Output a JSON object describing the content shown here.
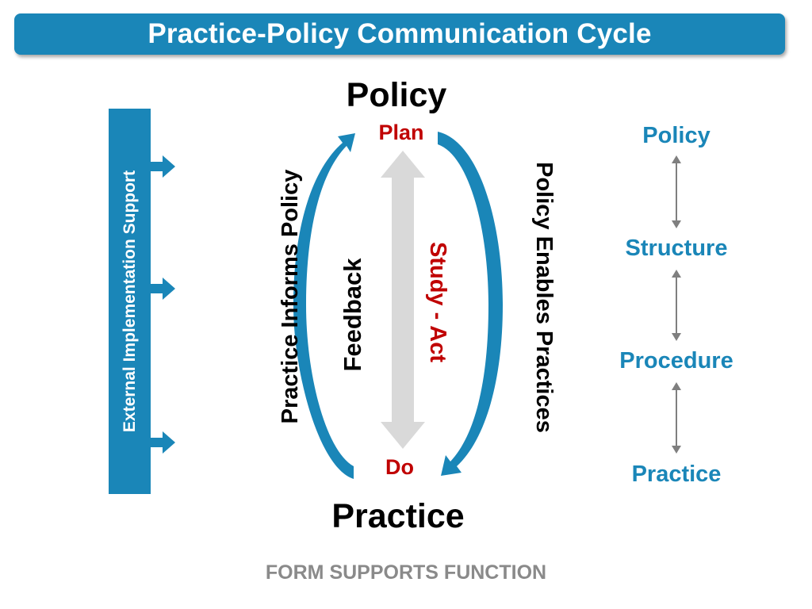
{
  "title": "Practice-Policy Communication Cycle",
  "support_bar_label": "External Implementation Support",
  "cycle": {
    "top_label": "Policy",
    "bottom_label": "Practice",
    "plan_label": "Plan",
    "do_label": "Do",
    "left_arc_label": "Practice Informs Policy",
    "right_arc_label": "Policy Enables Practices",
    "feedback_label": "Feedback",
    "study_act_label": "Study - Act"
  },
  "hierarchy": [
    "Policy",
    "Structure",
    "Procedure",
    "Practice"
  ],
  "footer": "FORM SUPPORTS FUNCTION",
  "colors": {
    "accent_blue": "#1a86b8",
    "red": "#c00000",
    "gray_arrow": "#d9d9d9",
    "footer_gray": "#8a8a8a"
  }
}
